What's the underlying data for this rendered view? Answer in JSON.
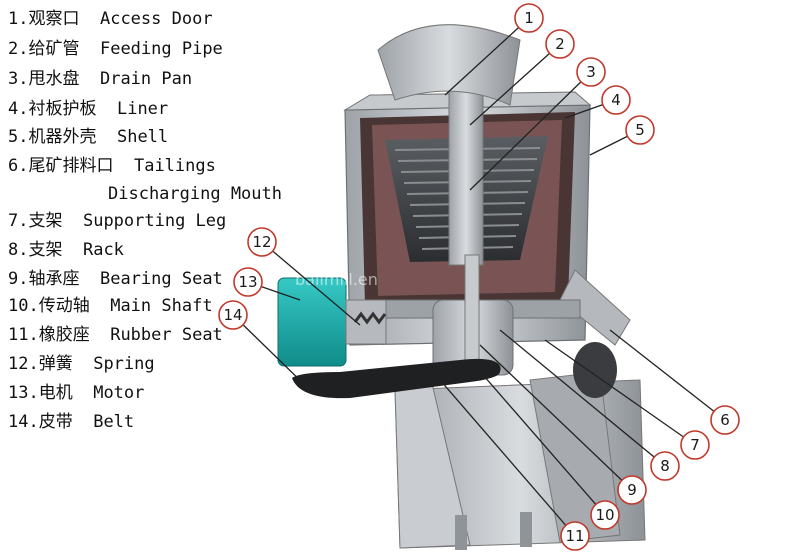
{
  "legend": [
    {
      "num": "1.",
      "zh": "观察口",
      "en": "Access Door"
    },
    {
      "num": "2.",
      "zh": "给矿管",
      "en": "Feeding Pipe"
    },
    {
      "num": "3.",
      "zh": "甩水盘",
      "en": "Drain Pan"
    },
    {
      "num": "4.",
      "zh": "衬板护板",
      "en": "Liner"
    },
    {
      "num": "5.",
      "zh": "机器外壳",
      "en": "Shell"
    },
    {
      "num": "6.",
      "zh": "尾矿排料口",
      "en": "Tailings"
    },
    {
      "num": "",
      "zh": "",
      "en": "Discharging Mouth"
    },
    {
      "num": "7.",
      "zh": "支架",
      "en": "Supporting Leg"
    },
    {
      "num": "8.",
      "zh": "支架",
      "en": "Rack"
    },
    {
      "num": "9.",
      "zh": "轴承座",
      "en": "Bearing Seat"
    },
    {
      "num": "10.",
      "zh": "传动轴",
      "en": "Main Shaft"
    },
    {
      "num": "11.",
      "zh": "橡胶座",
      "en": "Rubber Seat"
    },
    {
      "num": "12.",
      "zh": "弹簧",
      "en": "Spring"
    },
    {
      "num": "13.",
      "zh": "电机",
      "en": "Motor"
    },
    {
      "num": "14.",
      "zh": "皮带",
      "en": "Belt"
    }
  ],
  "callouts": [
    "1",
    "2",
    "3",
    "4",
    "5",
    "6",
    "7",
    "8",
    "9",
    "10",
    "11",
    "12",
    "13",
    "14"
  ],
  "watermark": "ballmill.en",
  "colors": {
    "callout_stroke": "#c0392b",
    "leader": "#222222",
    "metal": "#b8bcc0",
    "liner": "#6e4a4a",
    "motor": "#1ab2b0"
  }
}
